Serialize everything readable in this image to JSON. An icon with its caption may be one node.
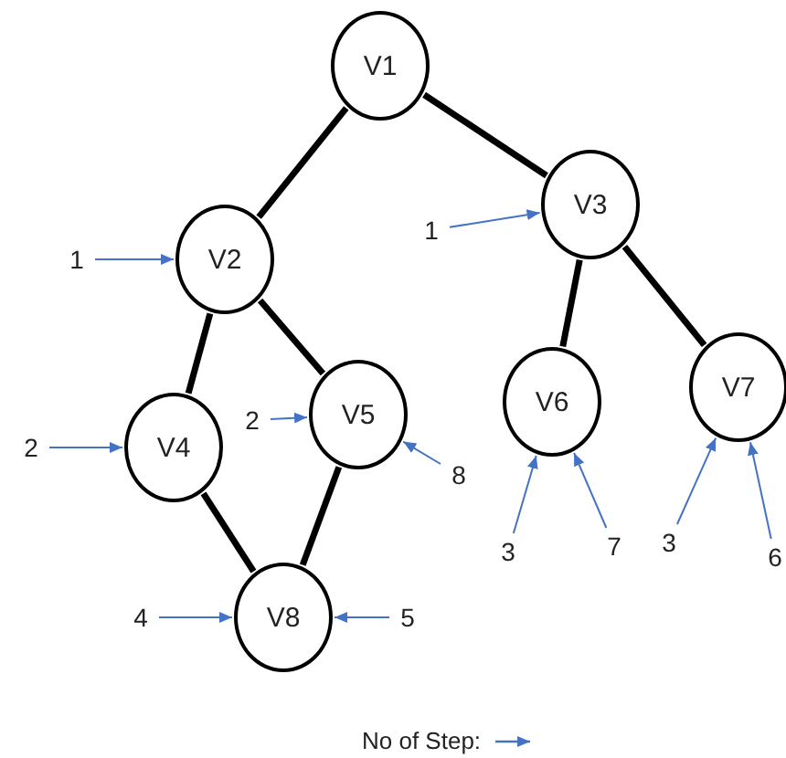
{
  "diagram": {
    "nodes": [
      {
        "text": [
          "V1"
        ]
      },
      {
        "text": [
          "V2"
        ]
      },
      {
        "text": [
          "V3"
        ]
      },
      {
        "text": [
          "V4"
        ]
      },
      {
        "text": [
          "V5"
        ]
      },
      {
        "text": [
          "V6"
        ]
      },
      {
        "text": [
          "V7"
        ]
      },
      {
        "text": [
          "V8"
        ]
      },
      {
        "text": [
          "1"
        ]
      },
      {
        "text": [
          "1"
        ]
      },
      {
        "text": [
          "2"
        ]
      },
      {
        "text": [
          "2"
        ]
      },
      {
        "text": [
          "8"
        ]
      },
      {
        "text": [
          "3"
        ]
      },
      {
        "text": [
          "7"
        ]
      },
      {
        "text": [
          "3"
        ]
      },
      {
        "text": [
          "6"
        ]
      },
      {
        "text": [
          "4"
        ]
      },
      {
        "text": [
          "5"
        ]
      }
    ],
    "edges": [
      {
        "from": 0,
        "to": 1,
        "arrow": "none",
        "style": "thick",
        "color": "#000000"
      },
      {
        "from": 0,
        "to": 2,
        "arrow": "none",
        "style": "thick",
        "color": "#000000"
      },
      {
        "from": 1,
        "to": 3,
        "arrow": "none",
        "style": "thick",
        "color": "#000000"
      },
      {
        "from": 1,
        "to": 4,
        "arrow": "none",
        "style": "thick",
        "color": "#000000"
      },
      {
        "from": 2,
        "to": 5,
        "arrow": "none",
        "style": "thick",
        "color": "#000000"
      },
      {
        "from": 2,
        "to": 6,
        "arrow": "none",
        "style": "thick",
        "color": "#000000"
      },
      {
        "from": 3,
        "to": 7,
        "arrow": "none",
        "style": "thick",
        "color": "#000000"
      },
      {
        "from": 4,
        "to": 7,
        "arrow": "none",
        "style": "thick",
        "color": "#000000"
      },
      {
        "from": 8,
        "to": 1,
        "arrow": "to"
      },
      {
        "from": 9,
        "to": 2,
        "arrow": "to"
      },
      {
        "from": 10,
        "to": 3,
        "arrow": "to"
      },
      {
        "from": 11,
        "to": 4,
        "arrow": "to"
      },
      {
        "from": 12,
        "to": 4,
        "arrow": "to"
      },
      {
        "from": 13,
        "to": 5,
        "arrow": "to"
      },
      {
        "from": 14,
        "to": 5,
        "arrow": "to"
      },
      {
        "from": 15,
        "to": 6,
        "arrow": "to"
      },
      {
        "from": 16,
        "to": 6,
        "arrow": "to"
      },
      {
        "from": 17,
        "to": 7,
        "arrow": "to"
      },
      {
        "from": 18,
        "to": 7,
        "arrow": "to"
      }
    ],
    "legend": [
      {
        "text": "No of Step:"
      }
    ]
  }
}
